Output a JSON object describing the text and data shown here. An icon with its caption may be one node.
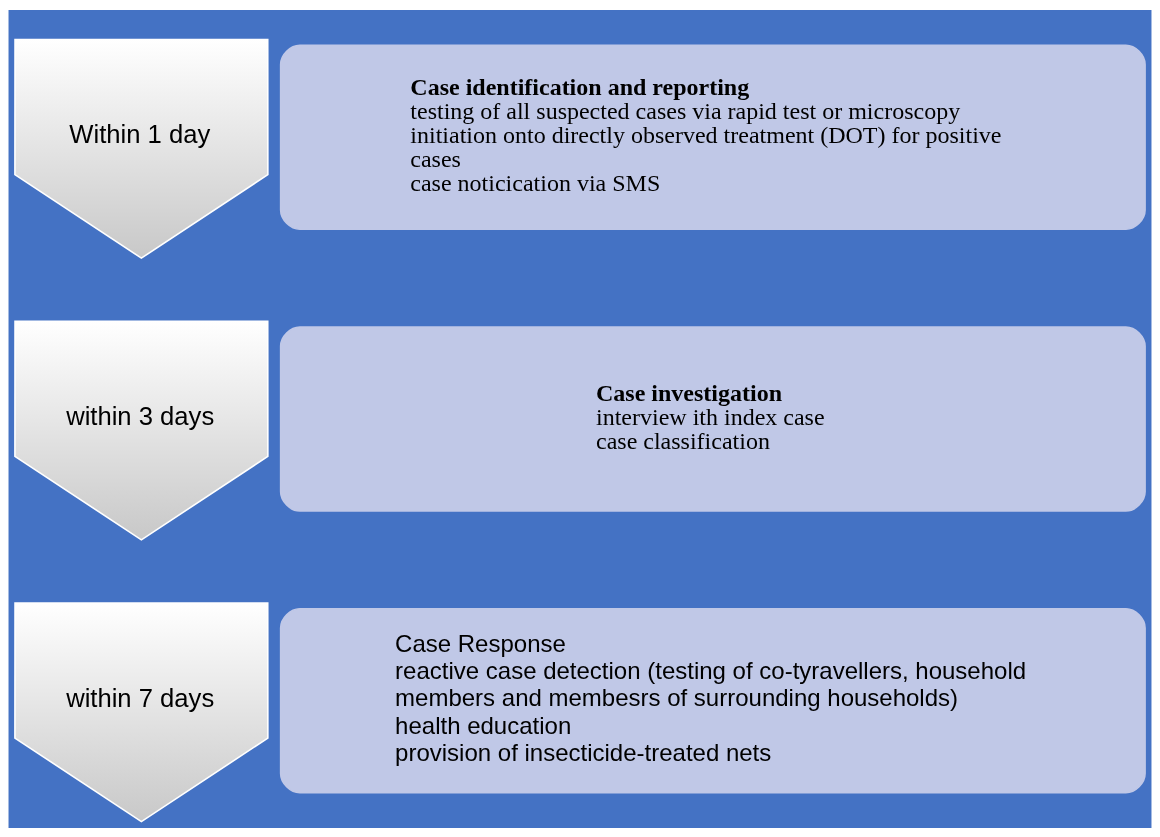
{
  "diagram": {
    "nodes": [
      {
        "text": [
          "Within 1 day"
        ]
      },
      {
        "text": [
          "Case identification and reporting",
          "testing of all suspected cases via rapid test or microscopy",
          "initiation onto directly observed treatment (DOT) for positive cases",
          "case noticication via SMS"
        ]
      },
      {
        "text": [
          "within 3 days"
        ]
      },
      {
        "text": [
          "Case investigation",
          "interview ith index case",
          "case classification"
        ]
      },
      {
        "text": [
          "within 7 days"
        ]
      },
      {
        "text": [
          "Case Response",
          "reactive case detection (testing of co-tyravellers, household members and membesrs of surrounding households)",
          "health education",
          "provision of insecticide-treated nets"
        ]
      }
    ],
    "edges": []
  }
}
